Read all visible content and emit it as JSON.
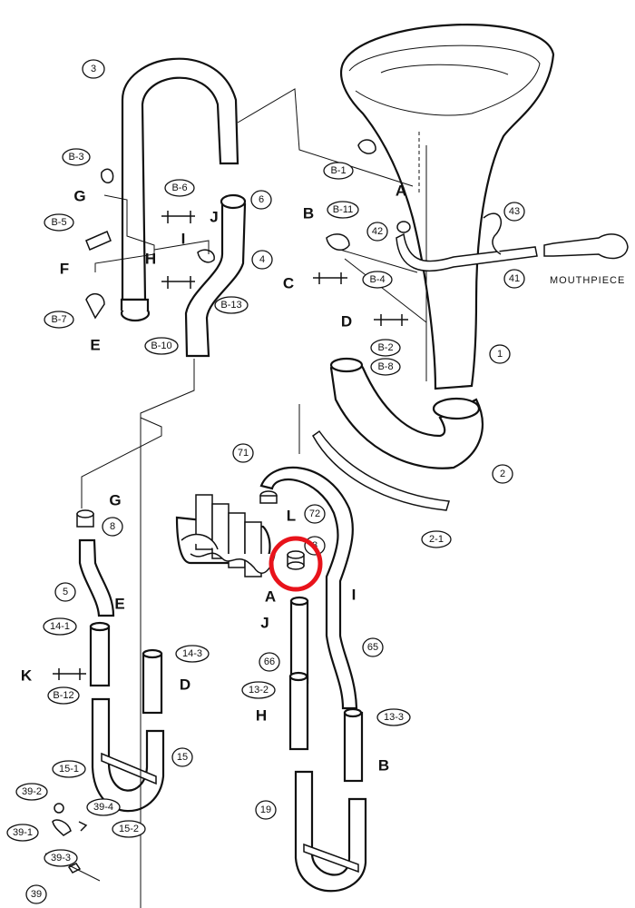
{
  "diagram": {
    "mouthpiece_label": "MOUTHPIECE",
    "highlight_color": "#e8131b",
    "line_color": "#111111",
    "callouts": [
      {
        "id": "c-3",
        "text": "3"
      },
      {
        "id": "c-b3",
        "text": "B-3"
      },
      {
        "id": "c-b6",
        "text": "B-6"
      },
      {
        "id": "c-6",
        "text": "6"
      },
      {
        "id": "c-b1",
        "text": "B-1"
      },
      {
        "id": "c-43",
        "text": "43"
      },
      {
        "id": "c-b11",
        "text": "B-11"
      },
      {
        "id": "c-42",
        "text": "42"
      },
      {
        "id": "c-b5",
        "text": "B-5"
      },
      {
        "id": "c-4",
        "text": "4"
      },
      {
        "id": "c-41",
        "text": "41"
      },
      {
        "id": "c-b4",
        "text": "B-4"
      },
      {
        "id": "c-b13",
        "text": "B-13"
      },
      {
        "id": "c-b7",
        "text": "B-7"
      },
      {
        "id": "c-b10",
        "text": "B-10"
      },
      {
        "id": "c-b2",
        "text": "B-2"
      },
      {
        "id": "c-b8",
        "text": "B-8"
      },
      {
        "id": "c-1",
        "text": "1"
      },
      {
        "id": "c-2",
        "text": "2"
      },
      {
        "id": "c-71",
        "text": "71"
      },
      {
        "id": "c-8a",
        "text": "8"
      },
      {
        "id": "c-72",
        "text": "72"
      },
      {
        "id": "c-8b",
        "text": "8"
      },
      {
        "id": "c-21",
        "text": "2-1"
      },
      {
        "id": "c-5",
        "text": "5"
      },
      {
        "id": "c-141",
        "text": "14-1"
      },
      {
        "id": "c-143",
        "text": "14-3"
      },
      {
        "id": "c-66",
        "text": "66"
      },
      {
        "id": "c-65",
        "text": "65"
      },
      {
        "id": "c-b12",
        "text": "B-12"
      },
      {
        "id": "c-132",
        "text": "13-2"
      },
      {
        "id": "c-133",
        "text": "13-3"
      },
      {
        "id": "c-15",
        "text": "15"
      },
      {
        "id": "c-151",
        "text": "15-1"
      },
      {
        "id": "c-392",
        "text": "39-2"
      },
      {
        "id": "c-394",
        "text": "39-4"
      },
      {
        "id": "c-391",
        "text": "39-1"
      },
      {
        "id": "c-152",
        "text": "15-2"
      },
      {
        "id": "c-19",
        "text": "19"
      },
      {
        "id": "c-393",
        "text": "39-3"
      },
      {
        "id": "c-39",
        "text": "39"
      }
    ],
    "connectors": [
      {
        "id": "l-g1",
        "text": "G"
      },
      {
        "id": "l-j1",
        "text": "J"
      },
      {
        "id": "l-a1",
        "text": "A"
      },
      {
        "id": "l-b1",
        "text": "B"
      },
      {
        "id": "l-f",
        "text": "F"
      },
      {
        "id": "l-h1",
        "text": "H"
      },
      {
        "id": "l-i1",
        "text": "I"
      },
      {
        "id": "l-c",
        "text": "C"
      },
      {
        "id": "l-d1",
        "text": "D"
      },
      {
        "id": "l-e1",
        "text": "E"
      },
      {
        "id": "l-g2",
        "text": "G"
      },
      {
        "id": "l-l",
        "text": "L"
      },
      {
        "id": "l-a2",
        "text": "A"
      },
      {
        "id": "l-i2",
        "text": "I"
      },
      {
        "id": "l-e2",
        "text": "E"
      },
      {
        "id": "l-j2",
        "text": "J"
      },
      {
        "id": "l-k",
        "text": "K"
      },
      {
        "id": "l-d2",
        "text": "D"
      },
      {
        "id": "l-h2",
        "text": "H"
      },
      {
        "id": "l-b2",
        "text": "B"
      }
    ]
  }
}
